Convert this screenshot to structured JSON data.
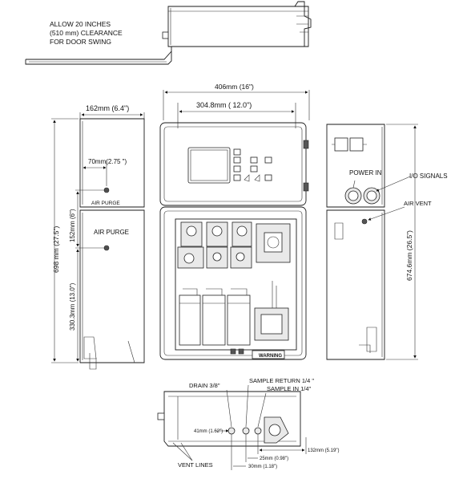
{
  "notes": {
    "door_clearance": [
      "ALLOW 20 INCHES",
      "(510 mm) CLEARANCE",
      "FOR DOOR SWING"
    ]
  },
  "front_view": {
    "overall_width": "406mm (16\")",
    "mount_width": "304.8mm ( 12.0\")"
  },
  "left_side_view": {
    "depth": "162mm (6.4\")",
    "height": "698 mm (27.5\")",
    "purge_offset": "70mm(2.75 \")",
    "purge_spacing": "152mm (6\")",
    "lower_height": "330.3mm (13.0\")",
    "air_purge_upper": "AIR PURGE",
    "air_purge_lower": "AIR PURGE"
  },
  "right_side_view": {
    "power_in": "POWER IN",
    "io_signals": "I/O SIGNALS",
    "air_vent": "AIR VENT",
    "height": "674.6mm (26.5\")"
  },
  "bottom_view": {
    "drain": "DRAIN 3/8\"",
    "sample_return": "SAMPLE RETURN 1/4 \"",
    "sample_in": "SAMPLE IN  1/4\"",
    "vent_lines": "VENT LINES",
    "dim_41": "41mm (1.62\")",
    "dim_132": "132mm (5.19\")",
    "dim_25": "25mm (0.98\")",
    "dim_30": "30mm (1.18\")"
  },
  "warning_label": "WARNING"
}
